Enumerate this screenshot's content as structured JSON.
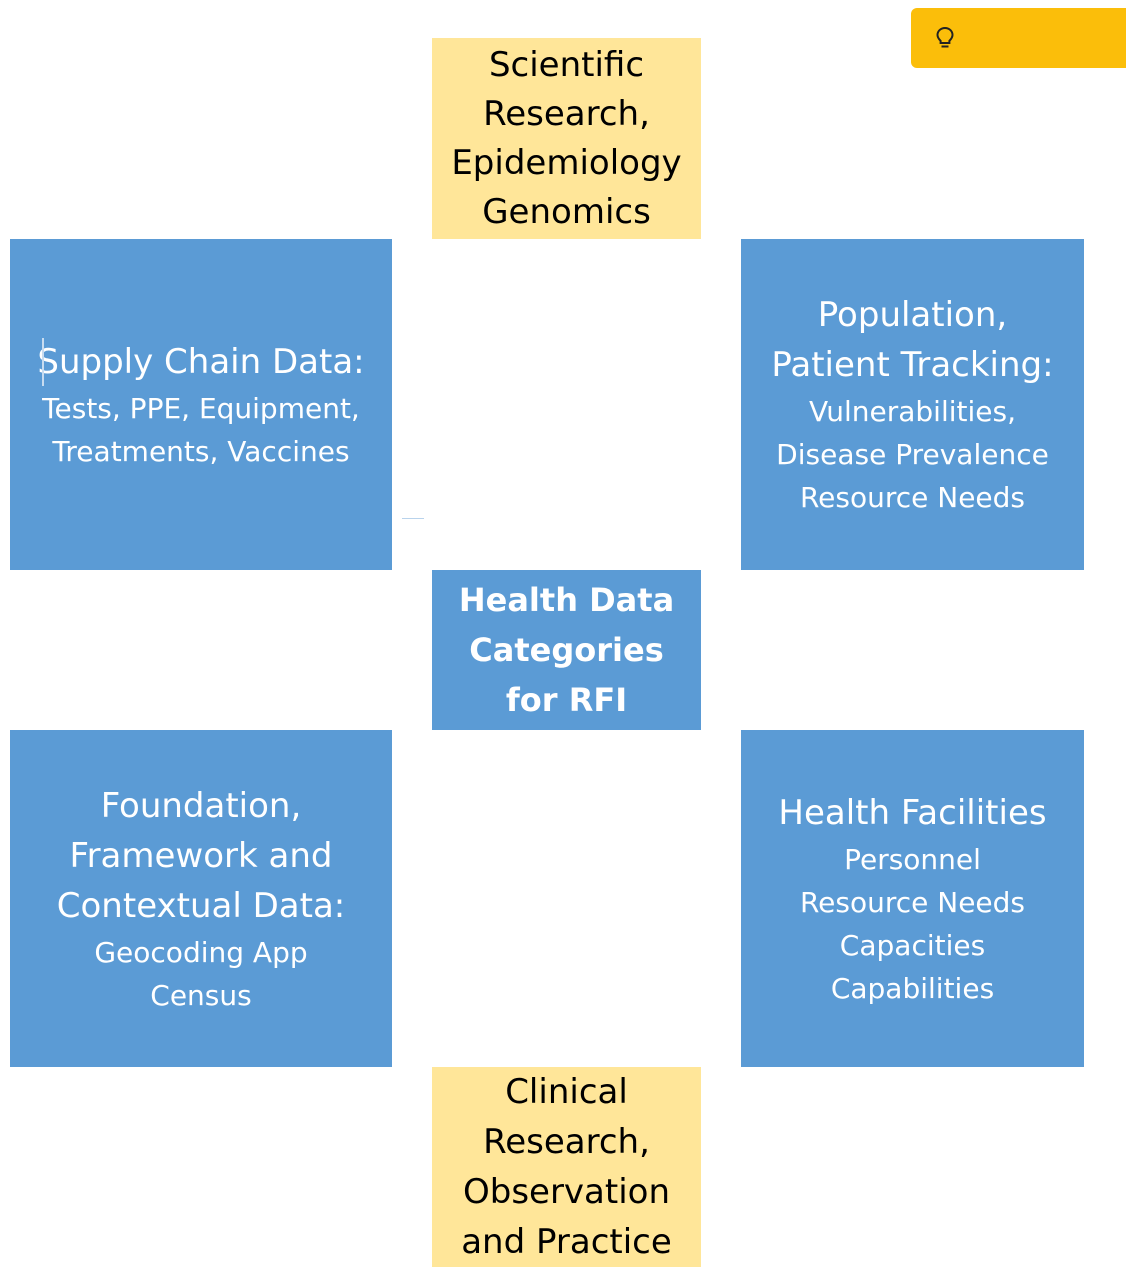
{
  "diagram": {
    "top": {
      "lines": [
        "Scientific",
        "Research,",
        "Epidemiology",
        "Genomics"
      ]
    },
    "left_upper": {
      "heading": [
        "Supply Chain Data:"
      ],
      "details": [
        "Tests, PPE, Equipment,",
        "Treatments, Vaccines"
      ]
    },
    "right_upper": {
      "heading": [
        "Population,",
        "Patient Tracking:"
      ],
      "details": [
        "Vulnerabilities,",
        "Disease Prevalence",
        "Resource Needs"
      ]
    },
    "center": {
      "lines": [
        "Health Data",
        "Categories",
        "for RFI"
      ]
    },
    "left_lower": {
      "heading": [
        "Foundation,",
        "Framework and",
        "Contextual Data:"
      ],
      "details": [
        "Geocoding App",
        "Census"
      ]
    },
    "right_lower": {
      "heading": [
        "Health Facilities"
      ],
      "details": [
        "Personnel",
        "Resource Needs",
        "Capacities",
        "Capabilities"
      ]
    },
    "bottom": {
      "lines": [
        "Clinical",
        "Research,",
        "Observation",
        "and Practice"
      ]
    }
  },
  "colors": {
    "blue_box": "#5b9bd5",
    "yellow_box": "#ffe699",
    "idea_badge": "#fbbe0a"
  },
  "icons": {
    "idea_badge": "lightbulb-icon"
  }
}
